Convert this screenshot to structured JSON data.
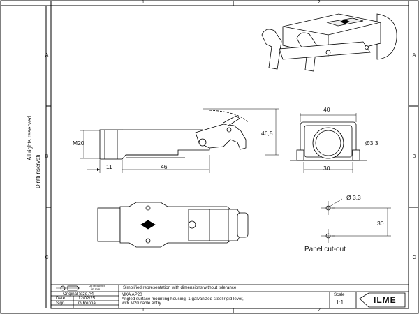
{
  "zones": {
    "top": [
      "1",
      "2"
    ],
    "bottom": [
      "1",
      "2"
    ],
    "left": [
      "A",
      "B",
      "C"
    ],
    "right": [
      "A",
      "B",
      "C"
    ]
  },
  "rights": {
    "line1": "All rights reserved",
    "line2": "Diritti riservati"
  },
  "dimensions": {
    "side_m20": "M20",
    "side_11": "11",
    "side_46": "46",
    "side_465": "46,5",
    "front_40": "40",
    "front_30": "30",
    "front_hole": "Ø3,3",
    "cut_hole": "Ø 3,3",
    "cut_30": "30",
    "cutout_label": "Panel  cut-out"
  },
  "title_block": {
    "dimensions_label_1": "Dimensions",
    "dimensions_label_2": "in mm",
    "note": "Simplified representation with dimensions without tolerance",
    "original_size": "Original Size A4",
    "date_label": "Date",
    "date_value": "12/02/25",
    "sign_label": "Sign.",
    "sign_value": "G.Renna",
    "part_code": "MKA AP20",
    "description_1": "Angled surface mounting housing, 1 galvanized steel rigid lever,",
    "description_2": "with M20 cable entry",
    "scale_label": "Scale",
    "scale_value": "1:1",
    "logo_text": "ILME"
  }
}
